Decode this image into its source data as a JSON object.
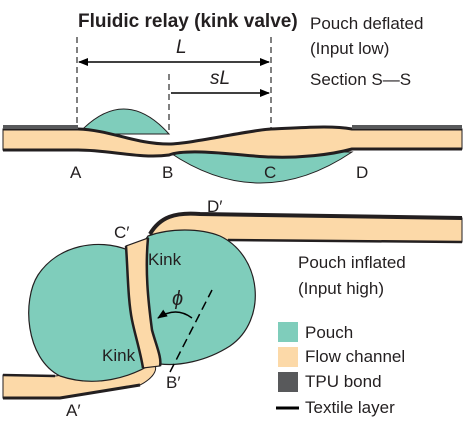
{
  "title": "Fluidic relay (kink valve)",
  "top_state": {
    "line1": "Pouch deflated",
    "line2": "(Input low)",
    "section": "Section S—S"
  },
  "bottom_state": {
    "line1": "Pouch inflated",
    "line2": "(Input high)"
  },
  "dimensions": {
    "total": "L",
    "partial": "sL"
  },
  "points_top": {
    "a": "A",
    "b": "B",
    "c": "C",
    "d": "D"
  },
  "points_bottom": {
    "a": "A′",
    "b": "B′",
    "c": "C′",
    "d": "D′"
  },
  "kink_upper": "Kink",
  "kink_lower": "Kink",
  "angle_symbol": "ϕ",
  "legend": [
    {
      "label": "Pouch",
      "color": "#7fcdbb",
      "swatch": "square"
    },
    {
      "label": "Flow channel",
      "color": "#fcd9a8",
      "swatch": "square"
    },
    {
      "label": "TPU bond",
      "color": "#58595b",
      "swatch": "square"
    },
    {
      "label": "Textile layer",
      "color": "#000000",
      "swatch": "line"
    }
  ],
  "colors": {
    "pouch": "#7fcdbb",
    "channel": "#fcd9a8",
    "bond": "#58595b",
    "textile": "#000000"
  }
}
